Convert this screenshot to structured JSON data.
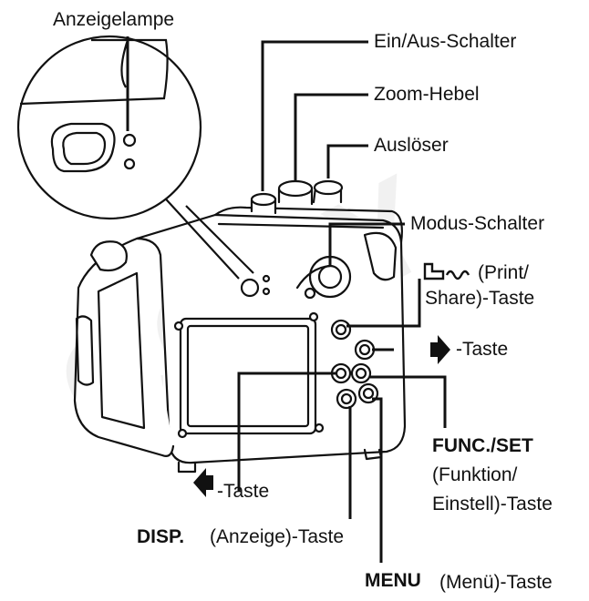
{
  "watermark": "COPY",
  "labels": {
    "indicator_lamp": "Anzeigelampe",
    "power_switch": "Ein/Aus-Schalter",
    "zoom_lever": "Zoom-Hebel",
    "shutter": "Auslöser",
    "mode_switch": "Modus-Schalter",
    "print_share_part1": "(Print/",
    "print_share_part2": "Share)-Taste",
    "right_key": "-Taste",
    "func_set_bold": "FUNC./SET",
    "func_set_line2": "(Funktion/",
    "func_set_line3": "Einstell)-Taste",
    "left_key": "-Taste",
    "disp_bold": "DISP.",
    "disp_rest": "(Anzeige)-Taste",
    "menu_bold": "MENU",
    "menu_rest": "(Menü)-Taste"
  },
  "icons": {
    "right_arrow": "right-arrow-icon",
    "left_arrow": "left-arrow-icon",
    "print_share": "print-share-icon"
  },
  "colors": {
    "line": "#111111",
    "ink": "#111111",
    "background": "#ffffff"
  }
}
